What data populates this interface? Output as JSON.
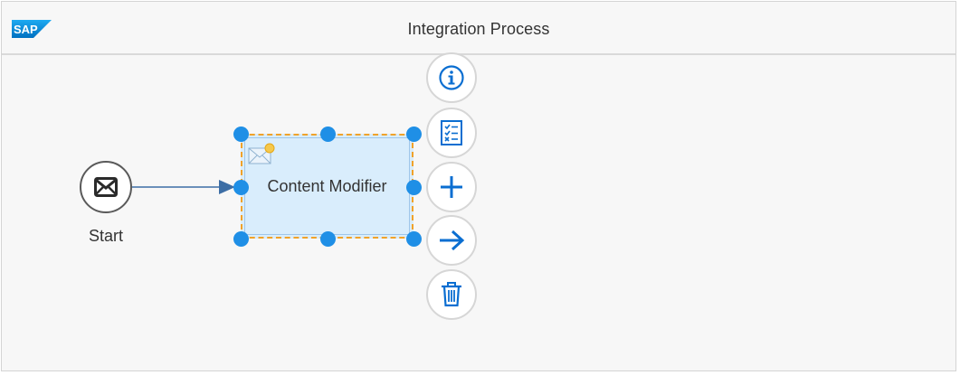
{
  "header": {
    "logo_text": "SAP",
    "title": "Integration Process"
  },
  "diagram": {
    "start_event": {
      "label": "Start",
      "icon": "envelope-icon"
    },
    "task": {
      "label": "Content Modifier",
      "icon": "content-modifier-icon",
      "selected": true
    },
    "action_buttons": [
      {
        "name": "info-button",
        "icon": "info-icon"
      },
      {
        "name": "configure-button",
        "icon": "checklist-icon"
      },
      {
        "name": "add-button",
        "icon": "plus-icon"
      },
      {
        "name": "connect-button",
        "icon": "arrow-right-icon"
      },
      {
        "name": "delete-button",
        "icon": "trash-icon"
      }
    ]
  },
  "colors": {
    "selection_handle": "#1f8fe6",
    "selection_border": "#f0a22a",
    "task_fill": "#d9edfc",
    "action_icon": "#0a6ed1",
    "flow_line": "#3d6ea5"
  }
}
